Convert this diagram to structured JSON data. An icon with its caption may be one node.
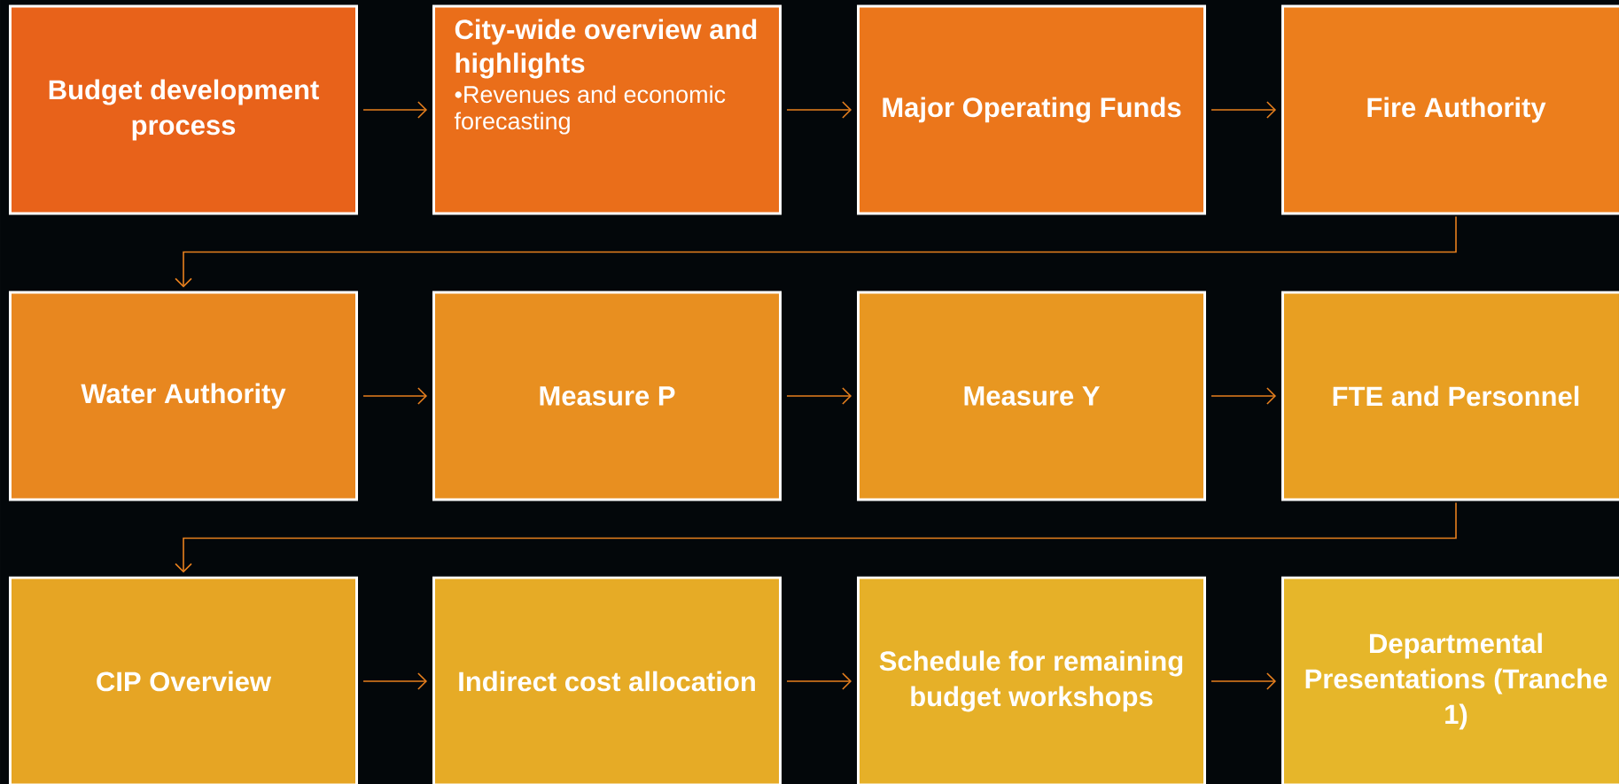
{
  "diagram": {
    "nodes": [
      {
        "text": [
          "Budget development process"
        ]
      },
      {
        "text": [
          "City-wide overview and highlights",
          "•Revenues and economic forecasting"
        ]
      },
      {
        "text": [
          "Major Operating Funds"
        ]
      },
      {
        "text": [
          "Fire Authority"
        ]
      },
      {
        "text": [
          "Water Authority"
        ]
      },
      {
        "text": [
          "Measure P"
        ]
      },
      {
        "text": [
          "Measure Y"
        ]
      },
      {
        "text": [
          "FTE and Personnel"
        ]
      },
      {
        "text": [
          "CIP Overview"
        ]
      },
      {
        "text": [
          "Indirect cost allocation"
        ]
      },
      {
        "text": [
          "Schedule for remaining budget workshops"
        ]
      },
      {
        "text": [
          "Departmental Presentations (Tranche 1)"
        ]
      }
    ],
    "edges": [
      {
        "from": 0,
        "to": 1,
        "arrow": "to"
      },
      {
        "from": 1,
        "to": 2,
        "arrow": "to"
      },
      {
        "from": 2,
        "to": 3,
        "arrow": "to"
      },
      {
        "from": 3,
        "to": 4,
        "arrow": "to"
      },
      {
        "from": 4,
        "to": 5,
        "arrow": "to"
      },
      {
        "from": 5,
        "to": 6,
        "arrow": "to"
      },
      {
        "from": 6,
        "to": 7,
        "arrow": "to"
      },
      {
        "from": 7,
        "to": 8,
        "arrow": "to"
      },
      {
        "from": 8,
        "to": 9,
        "arrow": "to"
      },
      {
        "from": 9,
        "to": 10,
        "arrow": "to"
      },
      {
        "from": 10,
        "to": 11,
        "arrow": "to"
      }
    ]
  }
}
